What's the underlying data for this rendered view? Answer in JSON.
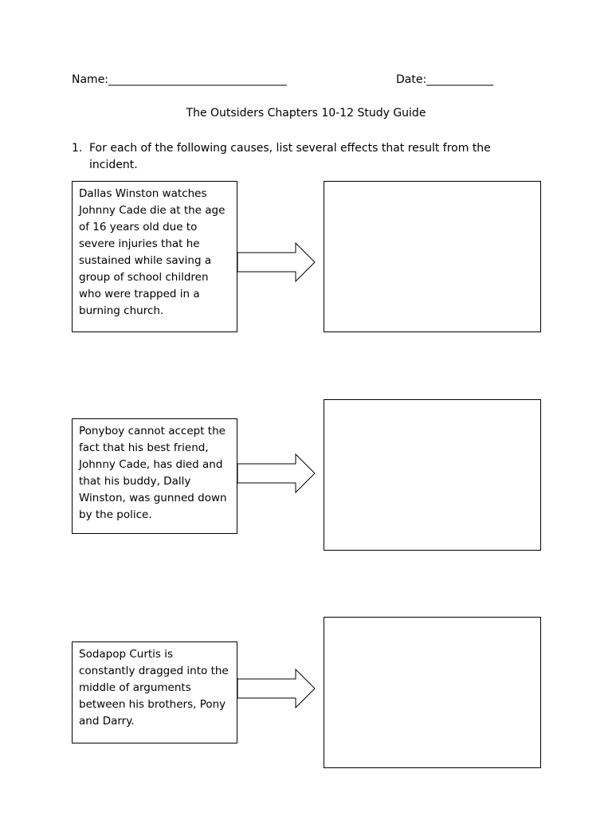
{
  "header": {
    "name_label": "Name:________________________________",
    "date_label": "Date:____________"
  },
  "title": "The Outsiders Chapters 10-12 Study Guide",
  "question": {
    "number": "1.",
    "text": "For each of the following causes, list several effects that result from the incident."
  },
  "causes": [
    {
      "text": "Dallas Winston watches Johnny Cade die at the age of 16 years old due to severe injuries that he sustained while saving a group of school children who were trapped in a burning church."
    },
    {
      "text": "Ponyboy cannot accept the fact that his best friend, Johnny Cade, has died and that his buddy, Dally Winston, was gunned down by the police."
    },
    {
      "text": "Sodapop Curtis is constantly dragged into the middle of arguments between his brothers, Pony and Darry."
    }
  ],
  "effects": [
    {
      "text": ""
    },
    {
      "text": ""
    },
    {
      "text": ""
    }
  ]
}
